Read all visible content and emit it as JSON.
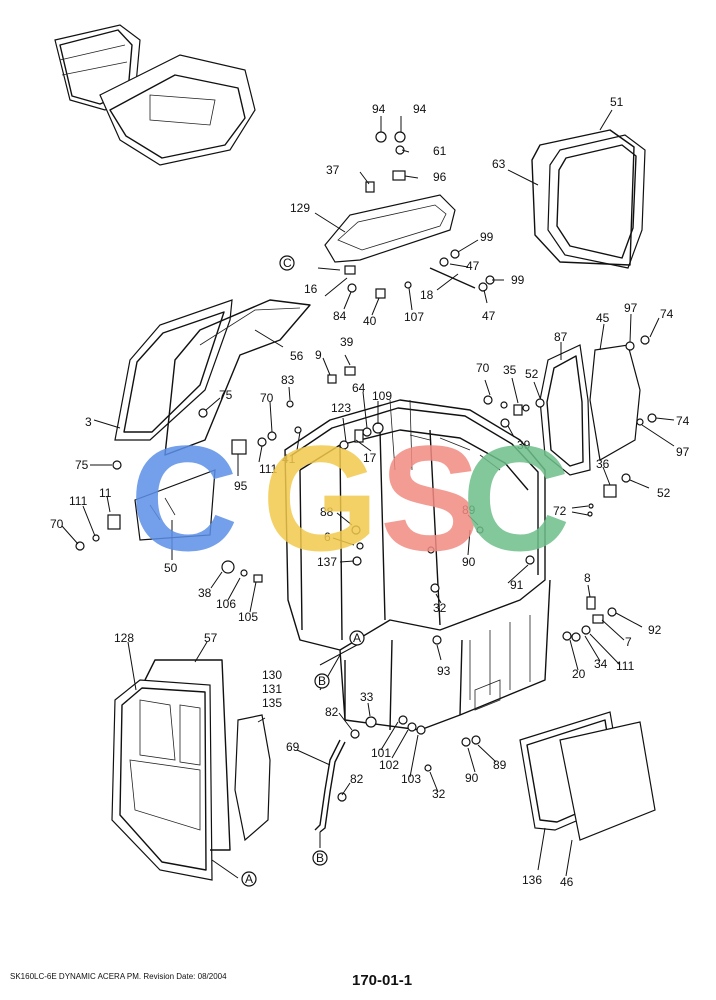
{
  "footer": {
    "left": "SK160LC-6E DYNAMIC ACERA PM. Revision Date: 08/2004",
    "right": "170-01-1"
  },
  "watermark": {
    "letters": [
      "C",
      "G",
      "S",
      "C"
    ],
    "colors": [
      "#5b8fe8",
      "#f2c94c",
      "#f28b82",
      "#6dbf8a"
    ]
  },
  "callouts": [
    "94",
    "94",
    "61",
    "96",
    "37",
    "129",
    "99",
    "47",
    "18",
    "99",
    "47",
    "16",
    "84",
    "40",
    "107",
    "51",
    "63",
    "56",
    "3",
    "75",
    "75",
    "9",
    "39",
    "83",
    "70",
    "64",
    "109",
    "123",
    "111",
    "95",
    "41",
    "17",
    "11",
    "111",
    "70",
    "50",
    "88",
    "6",
    "137",
    "38",
    "106",
    "105",
    "87",
    "45",
    "97",
    "74",
    "70",
    "35",
    "52",
    "39",
    "74",
    "97",
    "89",
    "90",
    "91",
    "36",
    "52",
    "72",
    "8",
    "92",
    "7",
    "111",
    "34",
    "20",
    "32",
    "93",
    "128",
    "57",
    "130",
    "131",
    "135",
    "33",
    "82",
    "69",
    "82",
    "101",
    "102",
    "103",
    "32",
    "90",
    "89",
    "136",
    "46"
  ],
  "reference_markers": [
    "C",
    "A",
    "B",
    "B",
    "A"
  ]
}
